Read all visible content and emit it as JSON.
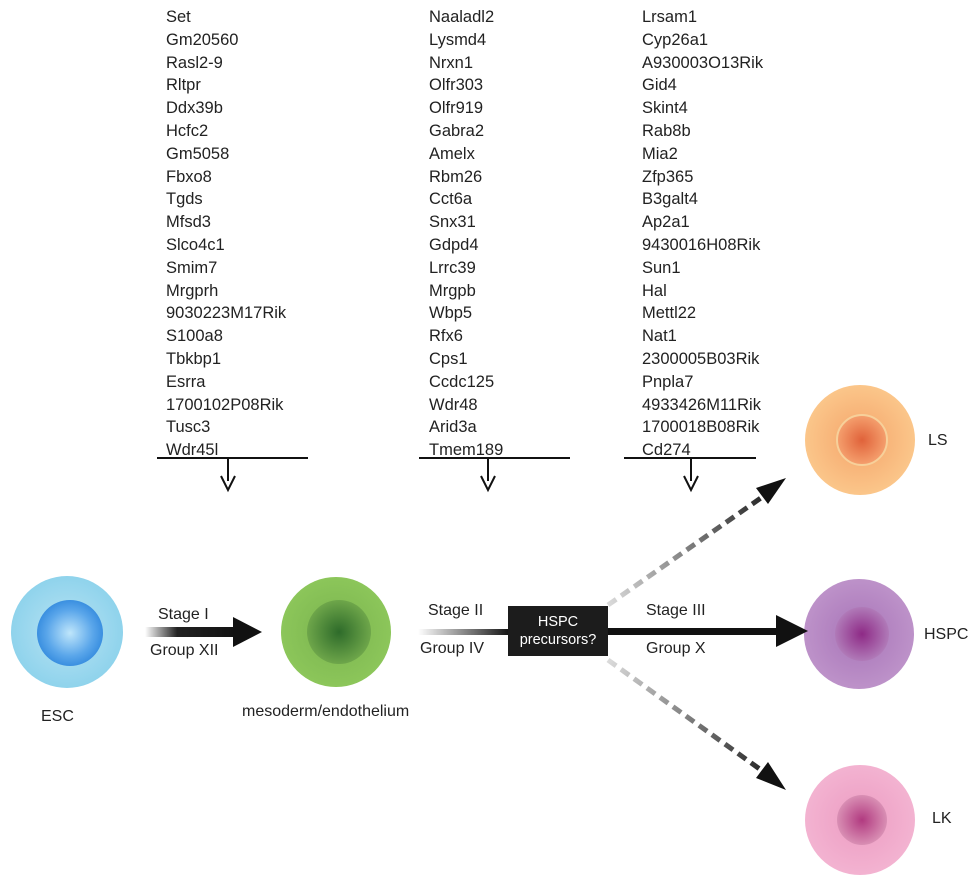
{
  "gene_groups": [
    {
      "genes": [
        "Set",
        "Gm20560",
        "Rasl2-9",
        "Rltpr",
        "Ddx39b",
        "Hcfc2",
        "Gm5058",
        "Fbxo8",
        "Tgds",
        "Mfsd3",
        "Slco4c1",
        "Smim7",
        "Mrgprh",
        "9030223M17Rik",
        "S100a8",
        "Tbkbp1",
        "Esrra",
        "1700102P08Rik",
        "Tusc3",
        "Wdr45l"
      ]
    },
    {
      "genes": [
        "Naaladl2",
        "Lysmd4",
        "Nrxn1",
        "Olfr303",
        "Olfr919",
        "Gabra2",
        "Amelx",
        "Rbm26",
        "Cct6a",
        "Snx31",
        "Gdpd4",
        "Lrrc39",
        "Mrgpb",
        "Wbp5",
        "Rfx6",
        "Cps1",
        "Ccdc125",
        "Wdr48",
        "Arid3a",
        "Tmem189"
      ]
    },
    {
      "genes": [
        "Lrsam1",
        "Cyp26a1",
        "A930003O13Rik",
        "Gid4",
        "Skint4",
        "Rab8b",
        "Mia2",
        "Zfp365",
        "B3galt4",
        "Ap2a1",
        "9430016H08Rik",
        "Sun1",
        "Hal",
        "Mettl22",
        "Nat1",
        "2300005B03Rik",
        "Pnpla7",
        "4933426M11Rik",
        "1700018B08Rik",
        "Cd274"
      ]
    }
  ],
  "cells": {
    "esc": {
      "label": "ESC",
      "outer": "#8fd3ec",
      "inner": "#3a8fe0"
    },
    "mesoderm": {
      "label": "mesoderm/endothelium",
      "outer": "#8cc65a",
      "inner": "#2e6b2a"
    },
    "ls": {
      "label": "LS",
      "outer": "#f9bd7a",
      "inner": "#e0623a"
    },
    "hspc": {
      "label": "HSPC",
      "outer": "#b98bc6",
      "inner": "#8e2a86"
    },
    "lk": {
      "label": "LK",
      "outer": "#f0a7cb",
      "inner": "#b13a80"
    }
  },
  "transitions": {
    "stage1": {
      "stage": "Stage I",
      "group": "Group XII"
    },
    "stage2": {
      "stage": "Stage II",
      "group": "Group IV"
    },
    "stage3": {
      "stage": "Stage III",
      "group": "Group X"
    }
  },
  "hspc_box": {
    "line1": "HSPC",
    "line2": "precursors?"
  }
}
